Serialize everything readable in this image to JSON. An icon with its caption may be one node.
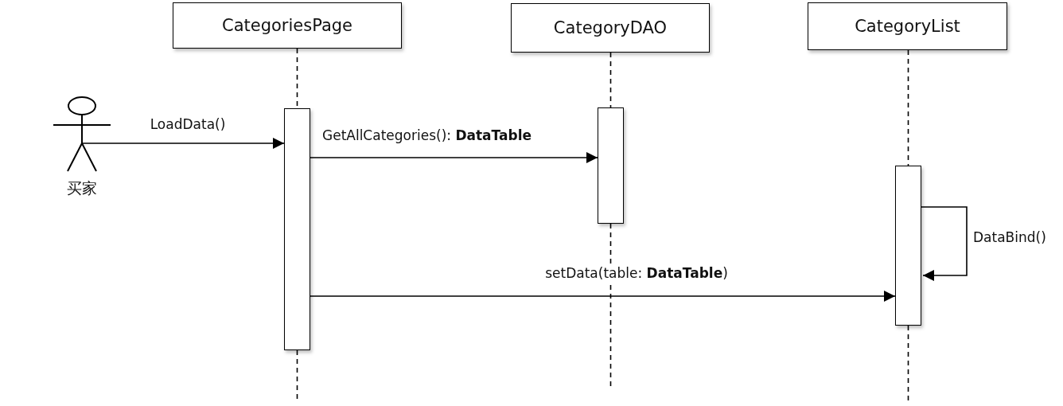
{
  "diagram": {
    "nodes": [
      {
        "text": [
          "CategoriesPage"
        ]
      },
      {
        "text": [
          "CategoryDAO"
        ]
      },
      {
        "text": [
          "CategoryList"
        ]
      },
      {
        "text": [
          "买家"
        ]
      },
      {
        "text": [],
        "shape": "bar"
      },
      {
        "text": [],
        "shape": "bar"
      },
      {
        "text": [],
        "shape": "bar"
      }
    ],
    "edges": [
      {
        "from": 0,
        "to": 4,
        "arrow": "none",
        "style": "dashed"
      },
      {
        "from": 4,
        "to": null,
        "arrow": "none",
        "style": "dashed"
      },
      {
        "from": 1,
        "to": 5,
        "arrow": "none",
        "style": "dashed"
      },
      {
        "from": 5,
        "to": null,
        "arrow": "none",
        "style": "dashed"
      },
      {
        "from": 2,
        "to": 6,
        "arrow": "none",
        "style": "dashed"
      },
      {
        "from": 6,
        "to": null,
        "arrow": "none",
        "style": "dashed"
      },
      {
        "from": 3,
        "to": 4,
        "arrow": "to",
        "label": "LoadData()"
      },
      {
        "from": 4,
        "to": 5,
        "arrow": "to",
        "label": "GetAllCategories(): **DataTable**"
      },
      {
        "from": 4,
        "to": 6,
        "arrow": "to",
        "label": "setData(table: **DataTable**)"
      },
      {
        "from": 6,
        "to": 6,
        "arrow": "to",
        "label": "DataBind()"
      }
    ]
  }
}
